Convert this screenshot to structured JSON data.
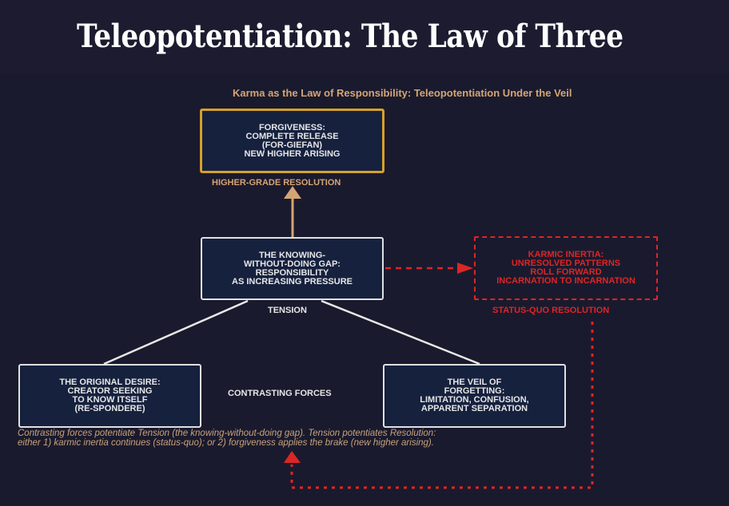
{
  "header": {
    "title": "Teleopotentiation: The Law of Three"
  },
  "diagram": {
    "title": "Karma as the Law of Responsibility: Teleopotentiation Under the Veil",
    "colors": {
      "background": "#1a1a2e",
      "node_fill": "#16213e",
      "node_border": "#e0e0e0",
      "resolution_accent": "#d4a12a",
      "resolution_text": "#d4a574",
      "inertia_red": "#dc2626",
      "text": "#e6e6e6"
    },
    "nodes": {
      "forgiveness": {
        "lines": [
          "FORGIVENESS:",
          "COMPLETE RELEASE",
          "(FOR-GIEFAN)",
          "NEW HIGHER ARISING"
        ],
        "label": "HIGHER-GRADE RESOLUTION"
      },
      "tension": {
        "lines": [
          "THE KNOWING-",
          "WITHOUT-DOING GAP:",
          "RESPONSIBILITY",
          "AS INCREASING PRESSURE"
        ],
        "label": "TENSION"
      },
      "karmic_inertia": {
        "lines": [
          "KARMIC INERTIA:",
          "UNRESOLVED PATTERNS",
          "ROLL FORWARD",
          "INCARNATION TO INCARNATION"
        ],
        "label": "STATUS-QUO RESOLUTION"
      },
      "original_desire": {
        "lines": [
          "THE ORIGINAL DESIRE:",
          "CREATOR SEEKING",
          "TO KNOW ITSELF",
          "(RE-SPONDERE)"
        ]
      },
      "veil": {
        "lines": [
          "THE VEIL OF",
          "FORGETTING:",
          "LIMITATION, CONFUSION,",
          "APPARENT SEPARATION"
        ]
      }
    },
    "contrasting_label": "CONTRASTING FORCES",
    "caption": {
      "line1": "Contrasting forces potentiate Tension (the knowing-without-doing gap). Tension potentiates Resolution:",
      "line2": "either 1) karmic inertia continues (status-quo); or 2) forgiveness applies the brake (new higher arising)."
    },
    "edges": [
      {
        "from": "original_desire",
        "to": "tension",
        "style": "solid"
      },
      {
        "from": "veil",
        "to": "tension",
        "style": "solid"
      },
      {
        "from": "tension",
        "to": "forgiveness",
        "style": "solid-arrow"
      },
      {
        "from": "tension",
        "to": "karmic_inertia",
        "style": "dashed-arrow"
      },
      {
        "from": "karmic_inertia",
        "to": "caption-loop",
        "style": "dotted-loop-arrow"
      }
    ]
  }
}
